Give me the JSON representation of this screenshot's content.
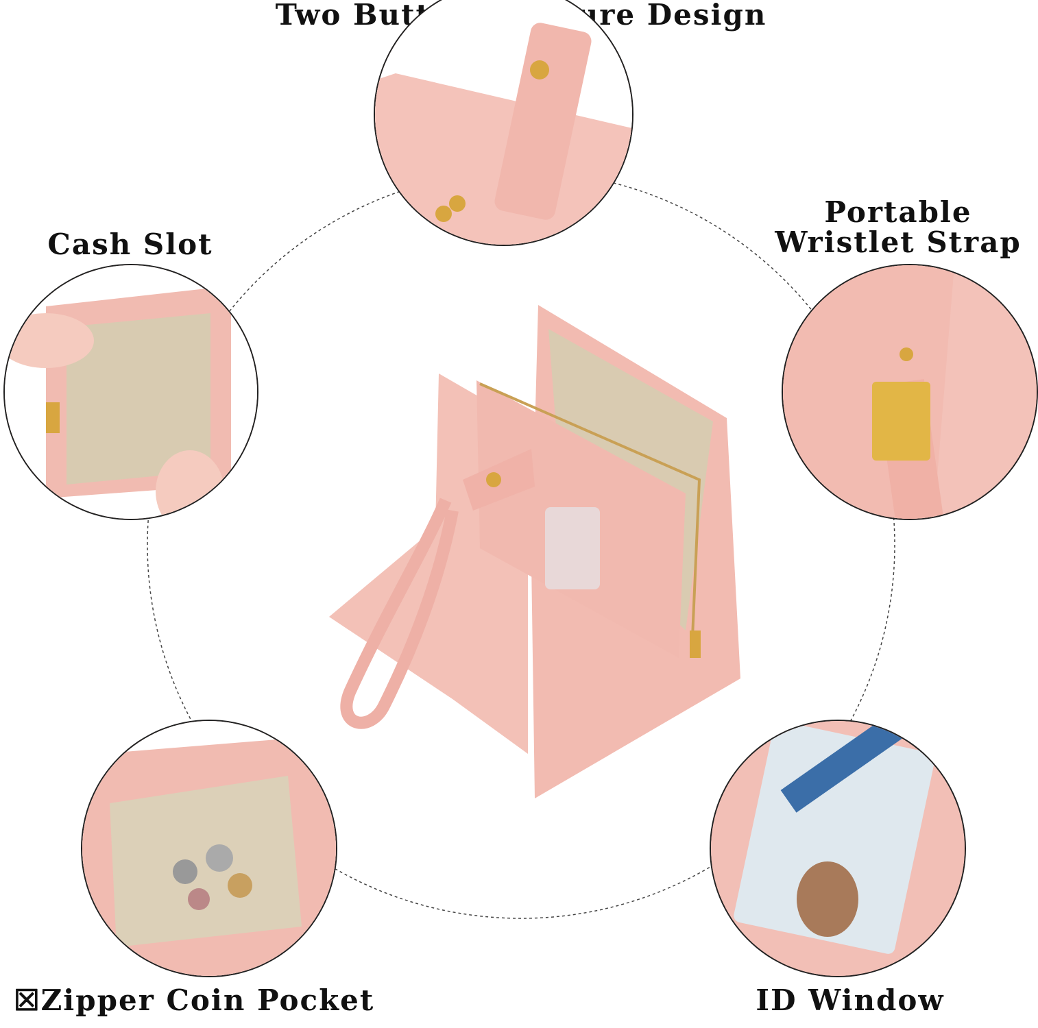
{
  "title": "Two Buttons Closure Design",
  "features": {
    "cash_slot": "Cash Slot",
    "wristlet_line1": "Portable",
    "wristlet_line2": "Wristlet Strap",
    "coin_pocket": "☒Zipper Coin Pocket",
    "id_window": "ID Window"
  },
  "colors": {
    "leather": "#f2bdb4",
    "lining": "#dccdb4",
    "gold": "#e0b040"
  }
}
